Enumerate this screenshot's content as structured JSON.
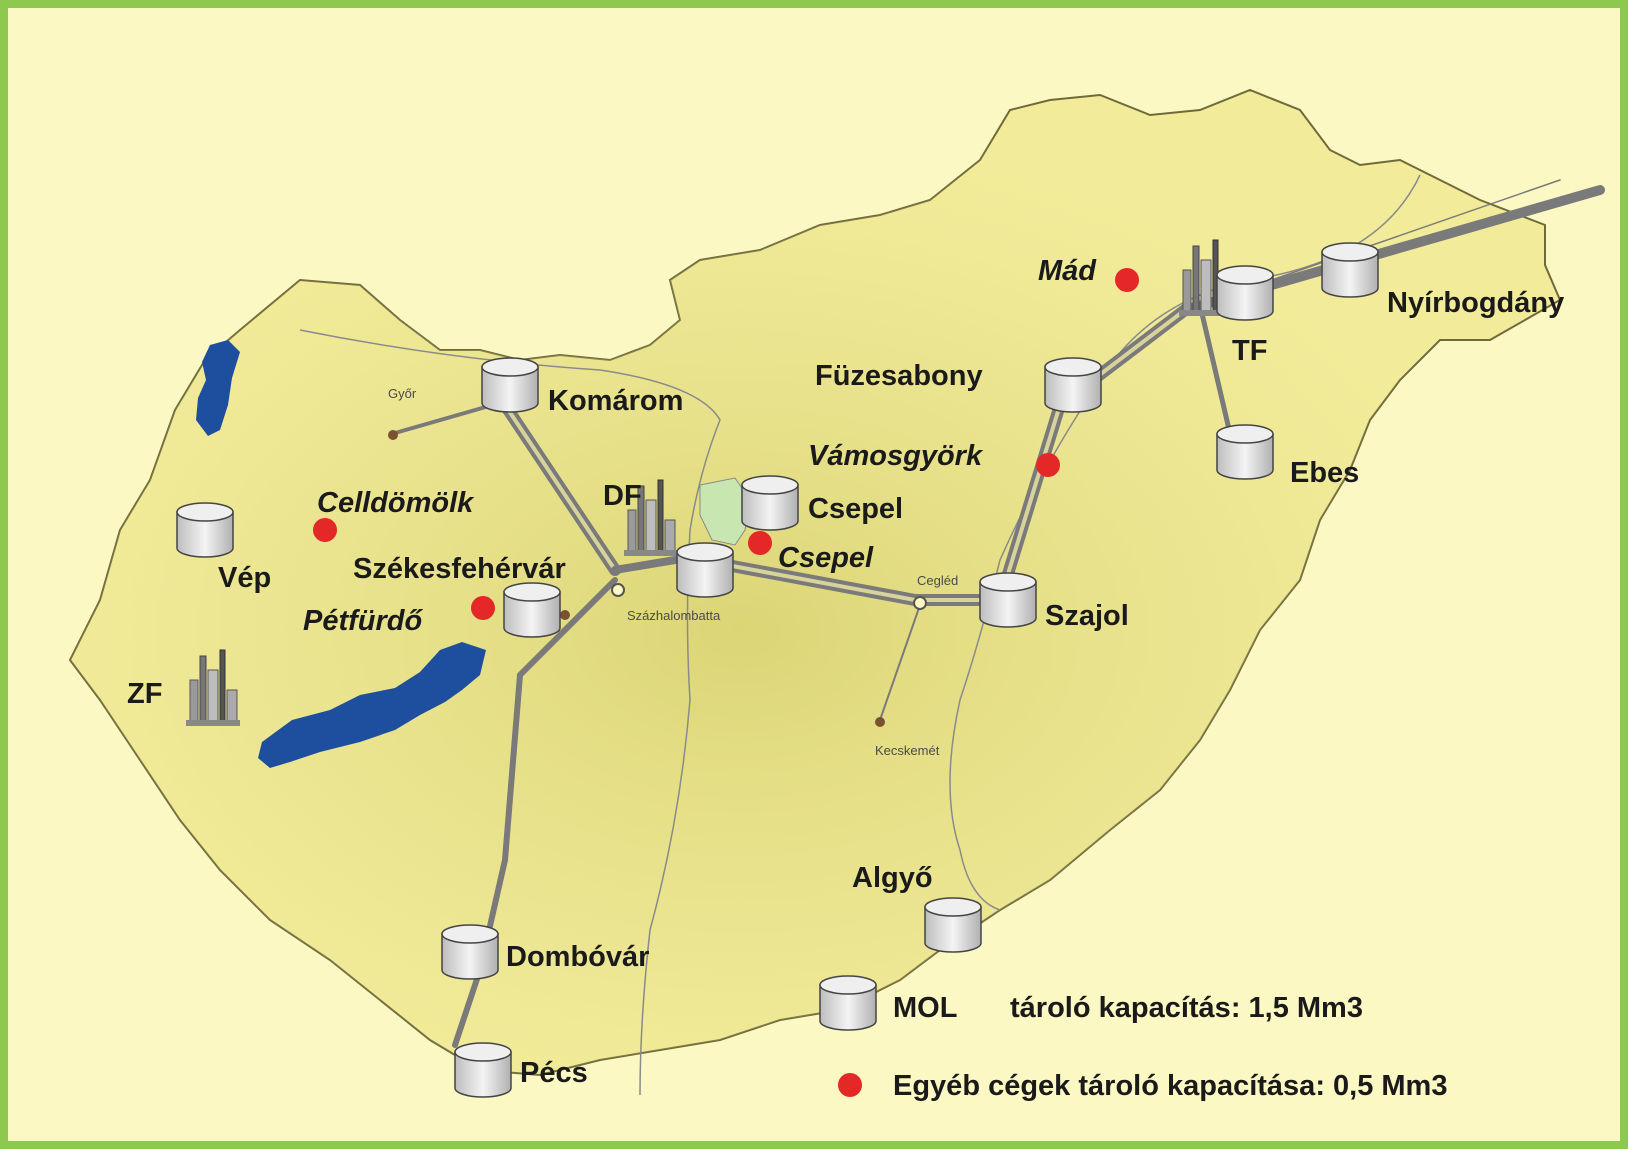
{
  "colors": {
    "frame": "#8dc94f",
    "background": "#fbf8c3",
    "country": "#f2ec9a",
    "lake": "#1e4f9e",
    "pipeline": "#7a7a7a",
    "tank": "#e3e3e3",
    "other_storage": "#e42727",
    "town_dot": "#7a5230"
  },
  "legend": {
    "mol_label": "MOL",
    "mol_capacity": "tároló kapacítás: 1,5 Mm3",
    "other_label": "Egyéb cégek tároló kapacítása: 0,5 Mm3"
  },
  "mol_storage": [
    {
      "name": "Komárom",
      "icon": "storage-tank-icon"
    },
    {
      "name": "Csepel",
      "icon": "storage-tank-icon"
    },
    {
      "name": "Vép",
      "icon": "storage-tank-icon"
    },
    {
      "name": "Székesfehérvár",
      "icon": "storage-tank-icon"
    },
    {
      "name": "Füzesabony",
      "icon": "storage-tank-icon"
    },
    {
      "name": "Szajol",
      "icon": "storage-tank-icon"
    },
    {
      "name": "Nyírbogdány",
      "icon": "storage-tank-icon"
    },
    {
      "name": "TF",
      "icon": "storage-tank-icon"
    },
    {
      "name": "Ebes",
      "icon": "storage-tank-icon"
    },
    {
      "name": "Algyő",
      "icon": "storage-tank-icon"
    },
    {
      "name": "Dombóvár",
      "icon": "storage-tank-icon"
    },
    {
      "name": "Pécs",
      "icon": "storage-tank-icon"
    }
  ],
  "other_storage": [
    "Mád",
    "Vámosgyörk",
    "Celldömölk",
    "Csepel",
    "Pétfürdő"
  ],
  "refineries": [
    "DF",
    "TF",
    "ZF"
  ],
  "towns": [
    "Győr",
    "Százhalombatta",
    "Cegléd",
    "Kecskemét"
  ]
}
